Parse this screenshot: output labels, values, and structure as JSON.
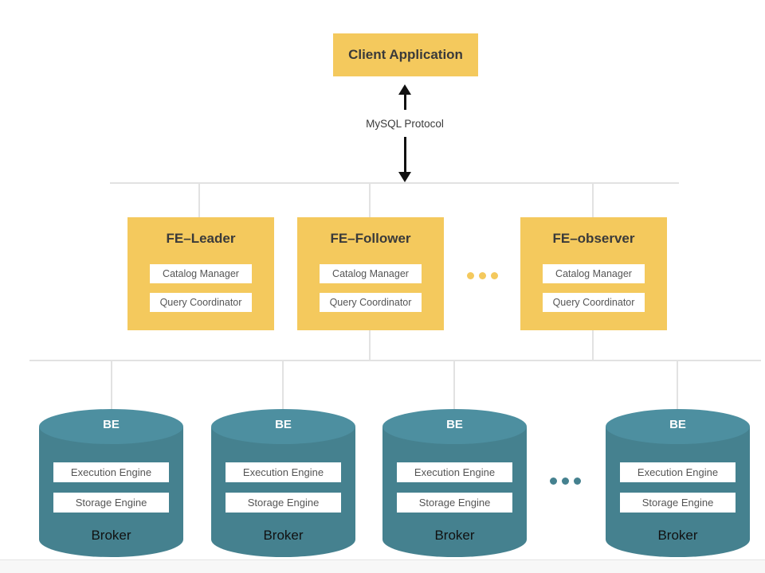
{
  "colors": {
    "node_yellow": "#F4C95D",
    "cylinder_body": "#45818F",
    "cylinder_top": "#4D8FA0",
    "connector_line": "#E2E2E2",
    "arrow_black": "#111111",
    "title_text": "#3A3A3A",
    "component_text": "#555555",
    "broker_text": "#111111",
    "be_label_text": "#FFFFFF",
    "footer_bg": "#F7F7F7",
    "footer_border": "#E5E5E5"
  },
  "client": {
    "label": "Client Application"
  },
  "protocol_label": "MySQL Protocol",
  "fe_nodes": [
    {
      "title": "FE–Leader",
      "components": [
        "Catalog Manager",
        "Query Coordinator"
      ]
    },
    {
      "title": "FE–Follower",
      "components": [
        "Catalog Manager",
        "Query Coordinator"
      ]
    },
    {
      "title": "FE–observer",
      "components": [
        "Catalog Manager",
        "Query Coordinator"
      ]
    }
  ],
  "be_nodes": [
    {
      "title": "BE",
      "components": [
        "Execution Engine",
        "Storage Engine"
      ],
      "footer": "Broker"
    },
    {
      "title": "BE",
      "components": [
        "Execution Engine",
        "Storage Engine"
      ],
      "footer": "Broker"
    },
    {
      "title": "BE",
      "components": [
        "Execution Engine",
        "Storage Engine"
      ],
      "footer": "Broker"
    },
    {
      "title": "BE",
      "components": [
        "Execution Engine",
        "Storage Engine"
      ],
      "footer": "Broker"
    }
  ]
}
